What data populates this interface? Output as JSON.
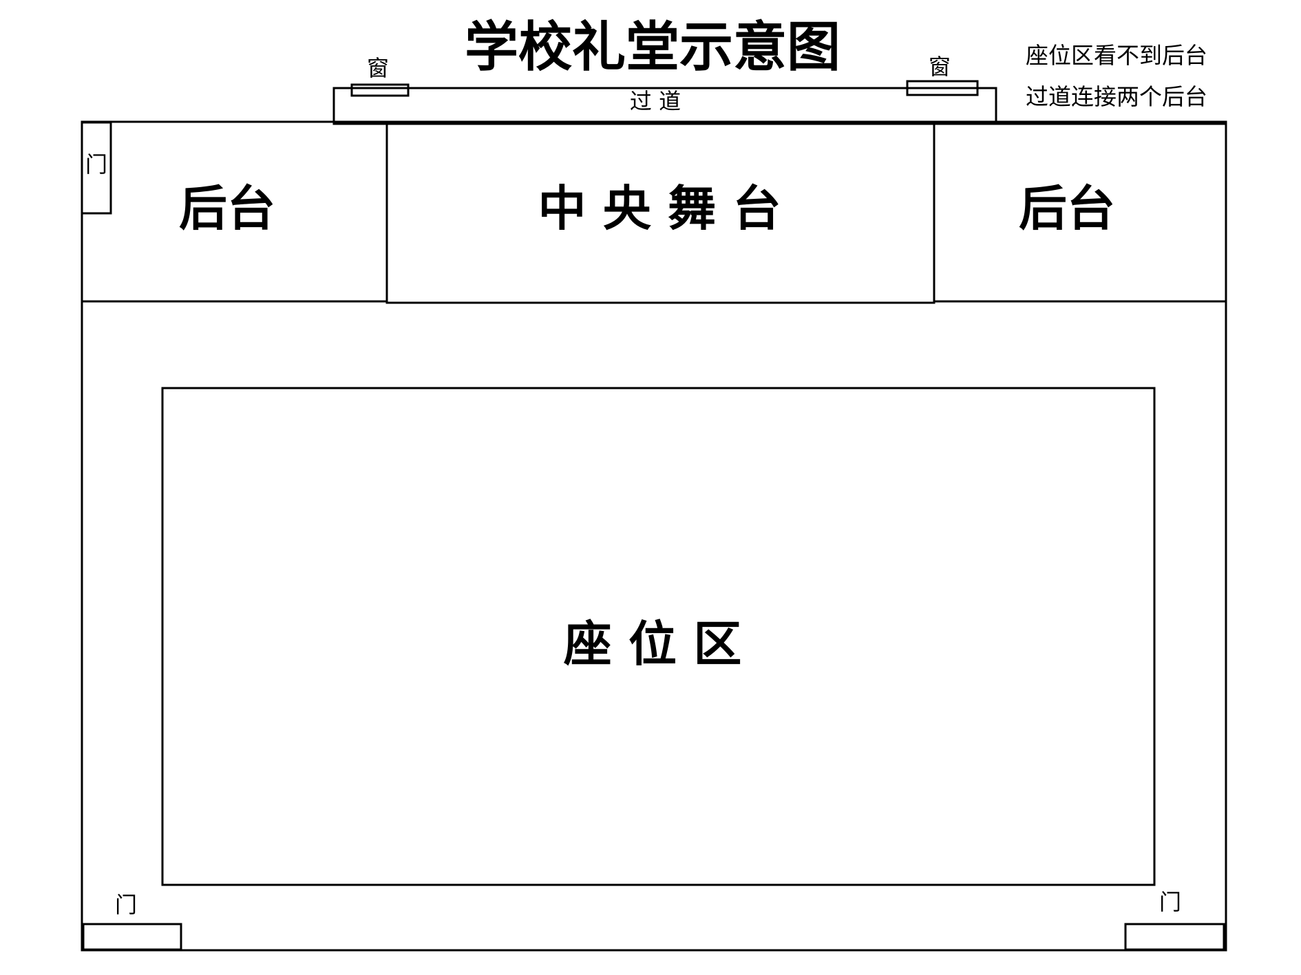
{
  "title": "学校礼堂示意图",
  "notes": [
    "座位区看不到后台",
    "过道连接两个后台"
  ],
  "corridor": {
    "label": "过 道"
  },
  "windows": [
    {
      "label": "窗"
    },
    {
      "label": "窗"
    }
  ],
  "backstage_left": {
    "label": "后台"
  },
  "center_stage": {
    "label": "中 央 舞 台"
  },
  "backstage_right": {
    "label": "后台"
  },
  "seating": {
    "label": "座 位 区"
  },
  "doors": {
    "backstage_left": "门",
    "bottom_left": "门",
    "bottom_right": "门"
  }
}
